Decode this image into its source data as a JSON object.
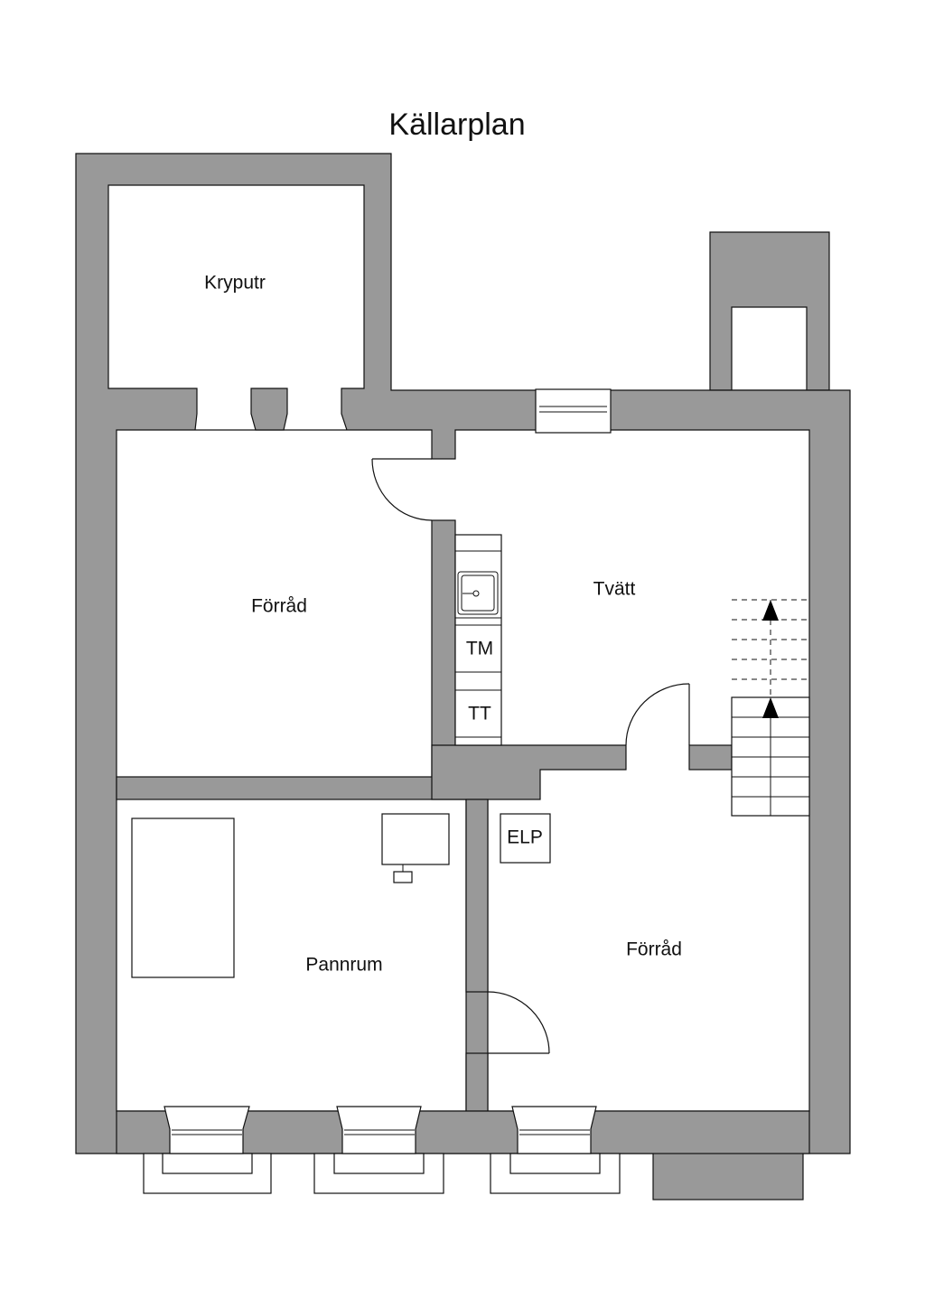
{
  "title": "Källarplan",
  "rooms": {
    "kryputr": "Kryputr",
    "forrad_upper": "Förråd",
    "tvatt": "Tvätt",
    "pannrum": "Pannrum",
    "forrad_lower": "Förråd"
  },
  "fixtures": {
    "tm": "TM",
    "tt": "TT",
    "elp": "ELP"
  },
  "colors": {
    "wall": "#999999",
    "outline": "#111111",
    "background": "#ffffff"
  }
}
